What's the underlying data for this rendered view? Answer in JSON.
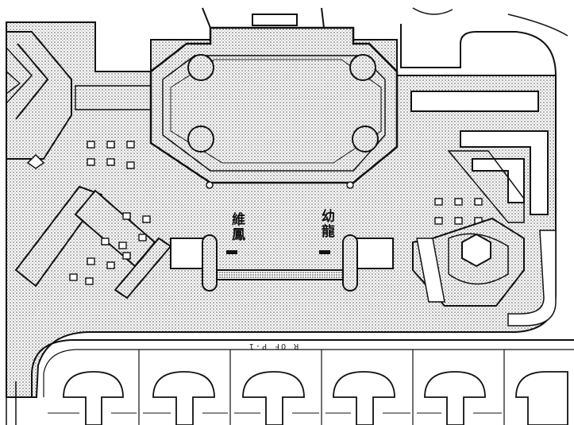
{
  "labels": {
    "left_plaque": "維鳳",
    "right_plaque": "幼龍",
    "reference_mark": "R OF P-1"
  },
  "colors": {
    "ink": "#111111",
    "paper": "#ffffff",
    "stipple": "#3a3a3a"
  }
}
